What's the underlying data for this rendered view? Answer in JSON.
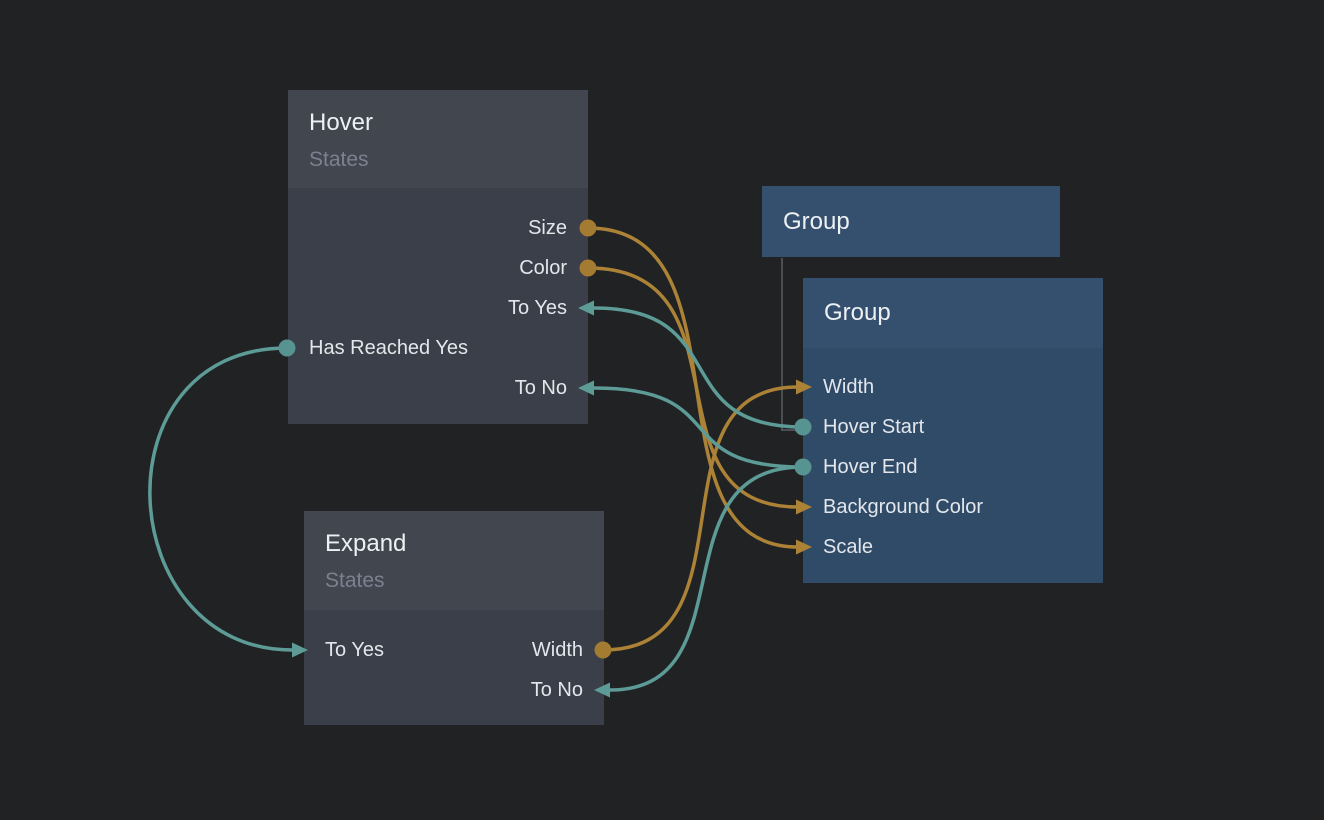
{
  "canvas": {
    "background": "#212224",
    "tool": "node-state-editor"
  },
  "colors": {
    "orange_wire": "#ab8236",
    "teal_wire": "#5d9b97",
    "gray_node_header": "#41464f",
    "gray_node_body": "#3a3f49",
    "blue_node_header": "#35506e",
    "blue_node_body": "#304b68",
    "parent_link": "#4b4e53",
    "title_text": "#eef1f4",
    "subtitle_text": "#7b8190",
    "port_text": "#e3e7ec"
  },
  "nodes": {
    "hover": {
      "title": "Hover",
      "subtitle": "States",
      "ports": {
        "size": {
          "label": "Size",
          "side": "right",
          "marker": "dot",
          "color": "orange"
        },
        "color": {
          "label": "Color",
          "side": "right",
          "marker": "dot",
          "color": "orange"
        },
        "to_yes": {
          "label": "To Yes",
          "side": "right",
          "marker": "arrow",
          "color": "teal"
        },
        "has_reached_yes": {
          "label": "Has Reached Yes",
          "side": "left",
          "marker": "dot",
          "color": "teal"
        },
        "to_no": {
          "label": "To No",
          "side": "right",
          "marker": "arrow",
          "color": "teal"
        }
      }
    },
    "expand": {
      "title": "Expand",
      "subtitle": "States",
      "ports": {
        "to_yes": {
          "label": "To Yes",
          "side": "left",
          "marker": "arrow",
          "color": "teal"
        },
        "width": {
          "label": "Width",
          "side": "right",
          "marker": "dot",
          "color": "orange"
        },
        "to_no": {
          "label": "To No",
          "side": "right",
          "marker": "arrow",
          "color": "teal"
        }
      }
    },
    "group_parent": {
      "title": "Group"
    },
    "group": {
      "title": "Group",
      "ports": {
        "width": {
          "label": "Width",
          "side": "left",
          "marker": "arrow",
          "color": "orange"
        },
        "hover_start": {
          "label": "Hover Start",
          "side": "left",
          "marker": "dot",
          "color": "teal"
        },
        "hover_end": {
          "label": "Hover End",
          "side": "left",
          "marker": "dot",
          "color": "teal"
        },
        "background_color": {
          "label": "Background Color",
          "side": "left",
          "marker": "arrow",
          "color": "orange"
        },
        "scale": {
          "label": "Scale",
          "side": "left",
          "marker": "arrow",
          "color": "orange"
        }
      }
    }
  },
  "connections": [
    {
      "from": "hover.size",
      "to": "group.scale",
      "color": "orange"
    },
    {
      "from": "hover.color",
      "to": "group.background_color",
      "color": "orange"
    },
    {
      "from": "expand.width",
      "to": "group.width",
      "color": "orange"
    },
    {
      "from": "group.hover_start",
      "to": "hover.to_yes",
      "color": "teal"
    },
    {
      "from": "group.hover_end",
      "to": "hover.to_no",
      "color": "teal"
    },
    {
      "from": "group.hover_end",
      "to": "expand.to_no",
      "color": "teal"
    },
    {
      "from": "hover.has_reached_yes",
      "to": "expand.to_yes",
      "color": "teal"
    },
    {
      "from": "group_parent",
      "to": "group.hover_start",
      "color": "gray",
      "type": "parent-link"
    }
  ]
}
